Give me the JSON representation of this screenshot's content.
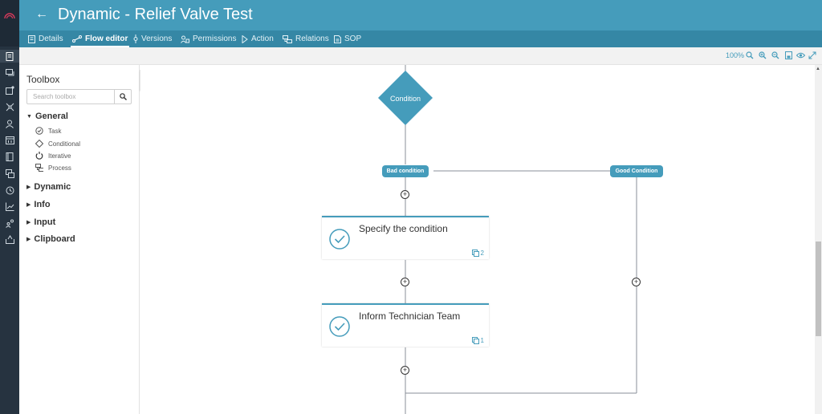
{
  "header": {
    "title": "Dynamic - Relief Valve Test",
    "back_icon": "arrow-left-icon"
  },
  "tabs": [
    {
      "label": "Details",
      "icon": "document-icon",
      "active": false
    },
    {
      "label": "Flow editor",
      "icon": "flow-icon",
      "active": true
    },
    {
      "label": "Versions",
      "icon": "version-icon",
      "active": false
    },
    {
      "label": "Permissions",
      "icon": "permissions-icon",
      "active": false
    },
    {
      "label": "Action",
      "icon": "play-icon",
      "active": false
    },
    {
      "label": "Relations",
      "icon": "relations-icon",
      "active": false
    },
    {
      "label": "SOP",
      "icon": "sop-icon",
      "active": false
    }
  ],
  "toolbar": {
    "zoom_level": "100%",
    "buttons": [
      "zoom-fit-icon",
      "zoom-in-icon",
      "zoom-out-icon",
      "save-icon",
      "preview-icon",
      "fullscreen-icon"
    ]
  },
  "toolbox": {
    "title": "Toolbox",
    "search_placeholder": "Search toolbox",
    "groups": [
      {
        "label": "General",
        "expanded": true,
        "items": [
          {
            "label": "Task",
            "icon": "task-icon"
          },
          {
            "label": "Conditional",
            "icon": "conditional-icon"
          },
          {
            "label": "Iterative",
            "icon": "iterative-icon"
          },
          {
            "label": "Process",
            "icon": "process-icon"
          }
        ]
      },
      {
        "label": "Dynamic",
        "expanded": false
      },
      {
        "label": "Info",
        "expanded": false
      },
      {
        "label": "Input",
        "expanded": false
      },
      {
        "label": "Clipboard",
        "expanded": false
      }
    ]
  },
  "flow": {
    "condition_label": "Condition",
    "branches": [
      "Bad condition",
      "Good Condition"
    ],
    "tasks": [
      {
        "title": "Specify the condition",
        "count": "2"
      },
      {
        "title": "Inform Technician Team",
        "count": "1"
      }
    ],
    "accent_color": "#459cbb"
  },
  "sidebar": {
    "icons": [
      "processes-icon",
      "chat-icon",
      "tasks-icon",
      "network-icon",
      "user-icon",
      "calendar-icon",
      "book-icon",
      "gallery-icon",
      "history-icon",
      "analytics-icon",
      "people-icon",
      "inbox-icon"
    ]
  }
}
